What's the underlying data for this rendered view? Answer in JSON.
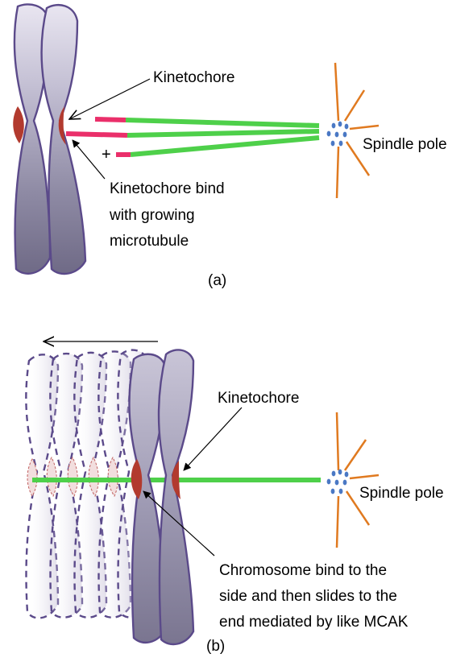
{
  "panel_a": {
    "kinetochore_label": "Kinetochore",
    "spindle_pole_label": "Spindle pole",
    "plus_sign": "+",
    "bind_note": [
      "Kinetochore bind",
      "with growing",
      "microtubule"
    ],
    "caption": "(a)"
  },
  "panel_b": {
    "kinetochore_label": "Kinetochore",
    "spindle_pole_label": "Spindle pole",
    "slide_note": [
      "Chromosome bind to the",
      "side and then slides to the",
      "end mediated by like MCAK"
    ],
    "caption": "(b)"
  },
  "colors": {
    "chromosome_fill": "#8e8aa4",
    "chromosome_light": "#e6e3ee",
    "chromosome_outline": "#5b4a8a",
    "kinetochore": "#b23a2e",
    "microtubule": "#4ed04a",
    "plus_end": "#ea2f6a",
    "aster": "#e07a20",
    "centrosome": "#4a78c4"
  }
}
